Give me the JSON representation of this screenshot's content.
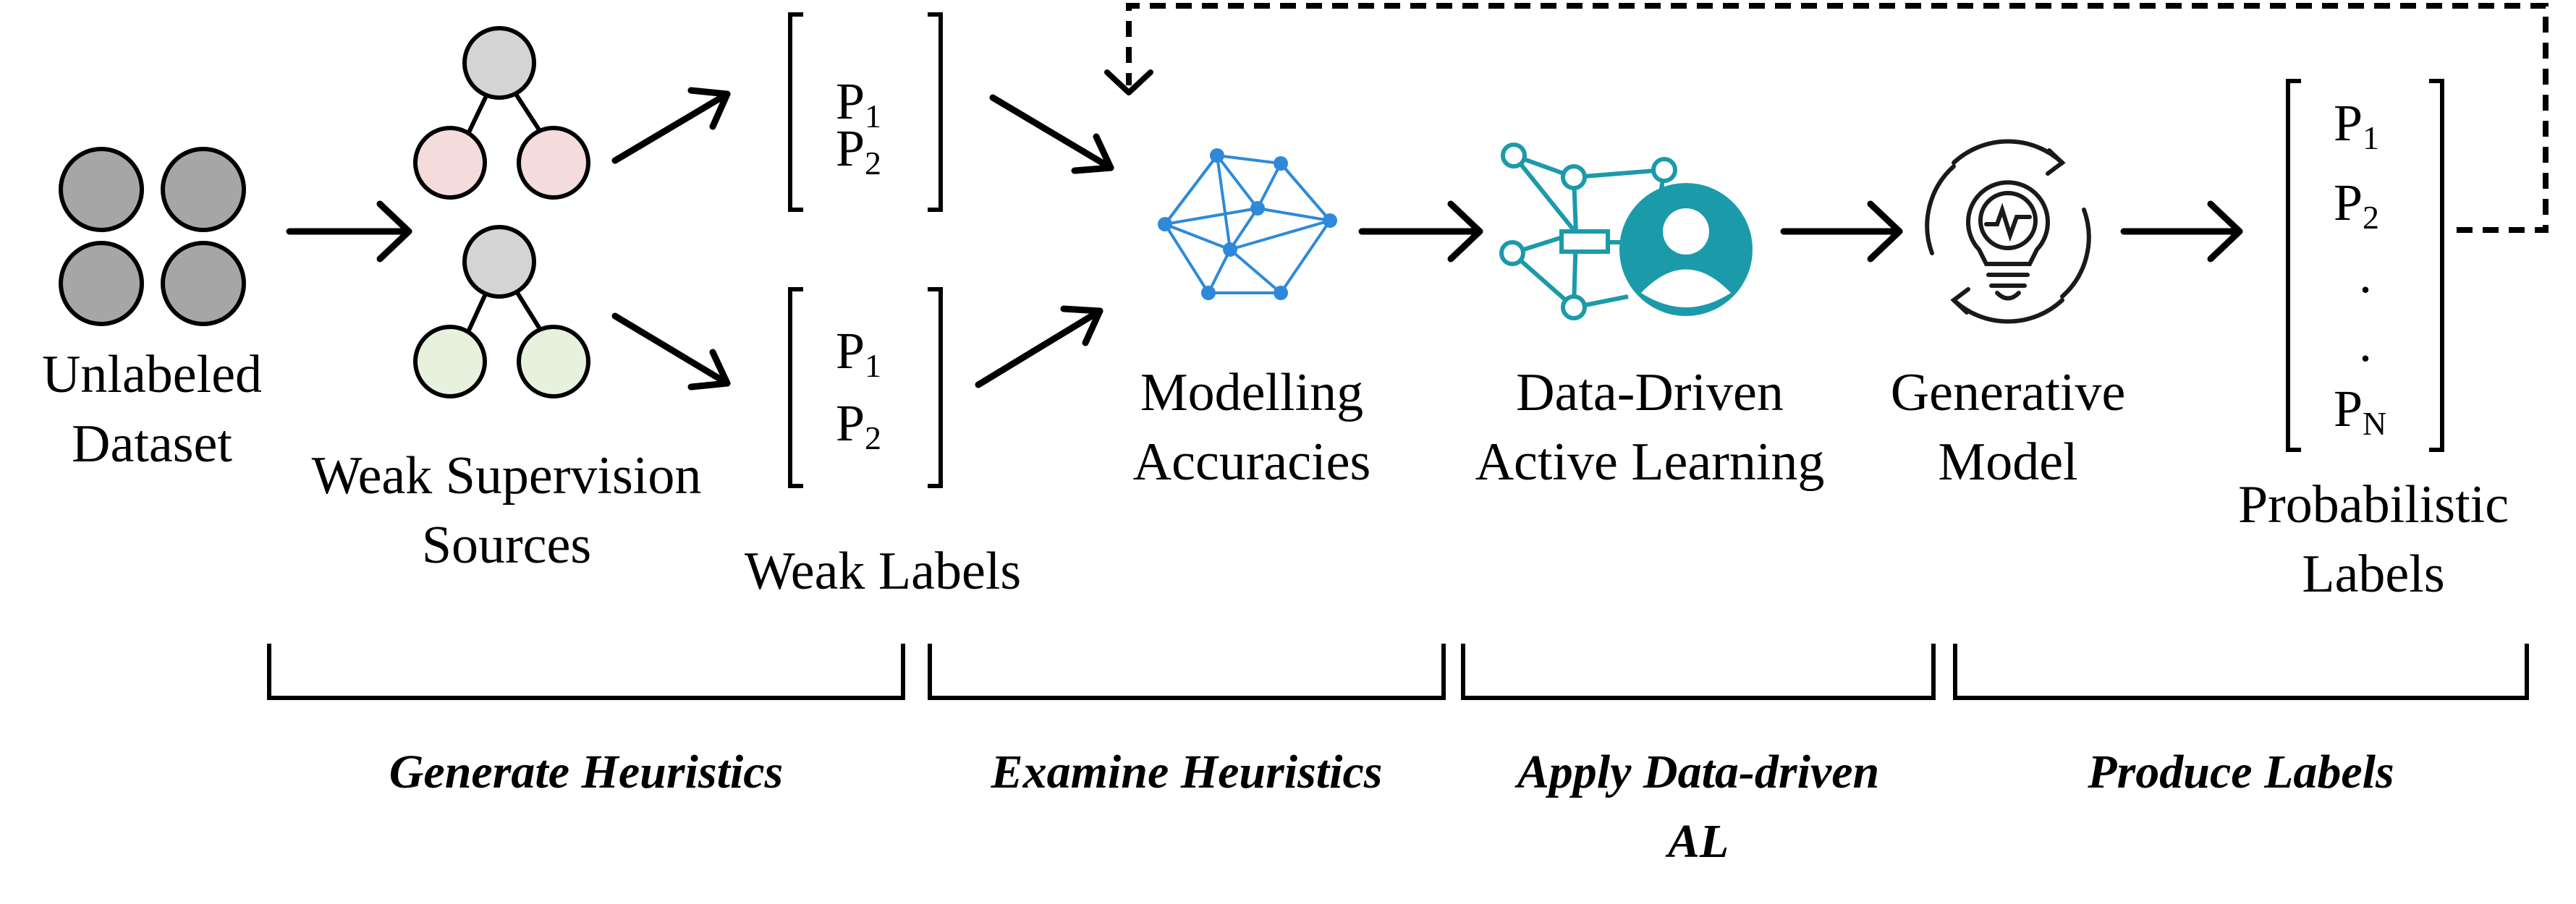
{
  "nodes": {
    "unlabeled_dataset": {
      "line1": "Unlabeled",
      "line2": "Dataset"
    },
    "weak_supervision_sources": {
      "line1": "Weak Supervision",
      "line2": "Sources"
    },
    "weak_labels": {
      "label": "Weak Labels",
      "items": [
        [
          "P",
          "1"
        ],
        [
          "P",
          "2"
        ]
      ]
    },
    "modelling_accuracies": {
      "line1": "Modelling",
      "line2": "Accuracies"
    },
    "active_learning": {
      "line1": "Data-Driven",
      "line2": "Active Learning"
    },
    "generative_model": {
      "line1": "Generative",
      "line2": "Model"
    },
    "probabilistic_labels": {
      "line1": "Probabilistic",
      "line2": "Labels",
      "items": [
        [
          "P",
          "1"
        ],
        [
          "P",
          "2"
        ],
        [
          "P",
          "N"
        ]
      ],
      "ellipsis": "."
    }
  },
  "stages": {
    "generate": "Generate Heuristics",
    "examine": "Examine Heuristics",
    "apply_line1": "Apply Data-driven",
    "apply_line2": "AL",
    "produce": "Produce Labels"
  },
  "colors": {
    "dataset_fill": "#a6a6a6",
    "source_root_fill": "#d4d4d4",
    "source_red_fill": "#f4dcdc",
    "source_green_fill": "#e8f1de",
    "modelling_blue": "#2e8ad8",
    "learning_teal": "#1b9aaa",
    "stroke": "#000000"
  }
}
